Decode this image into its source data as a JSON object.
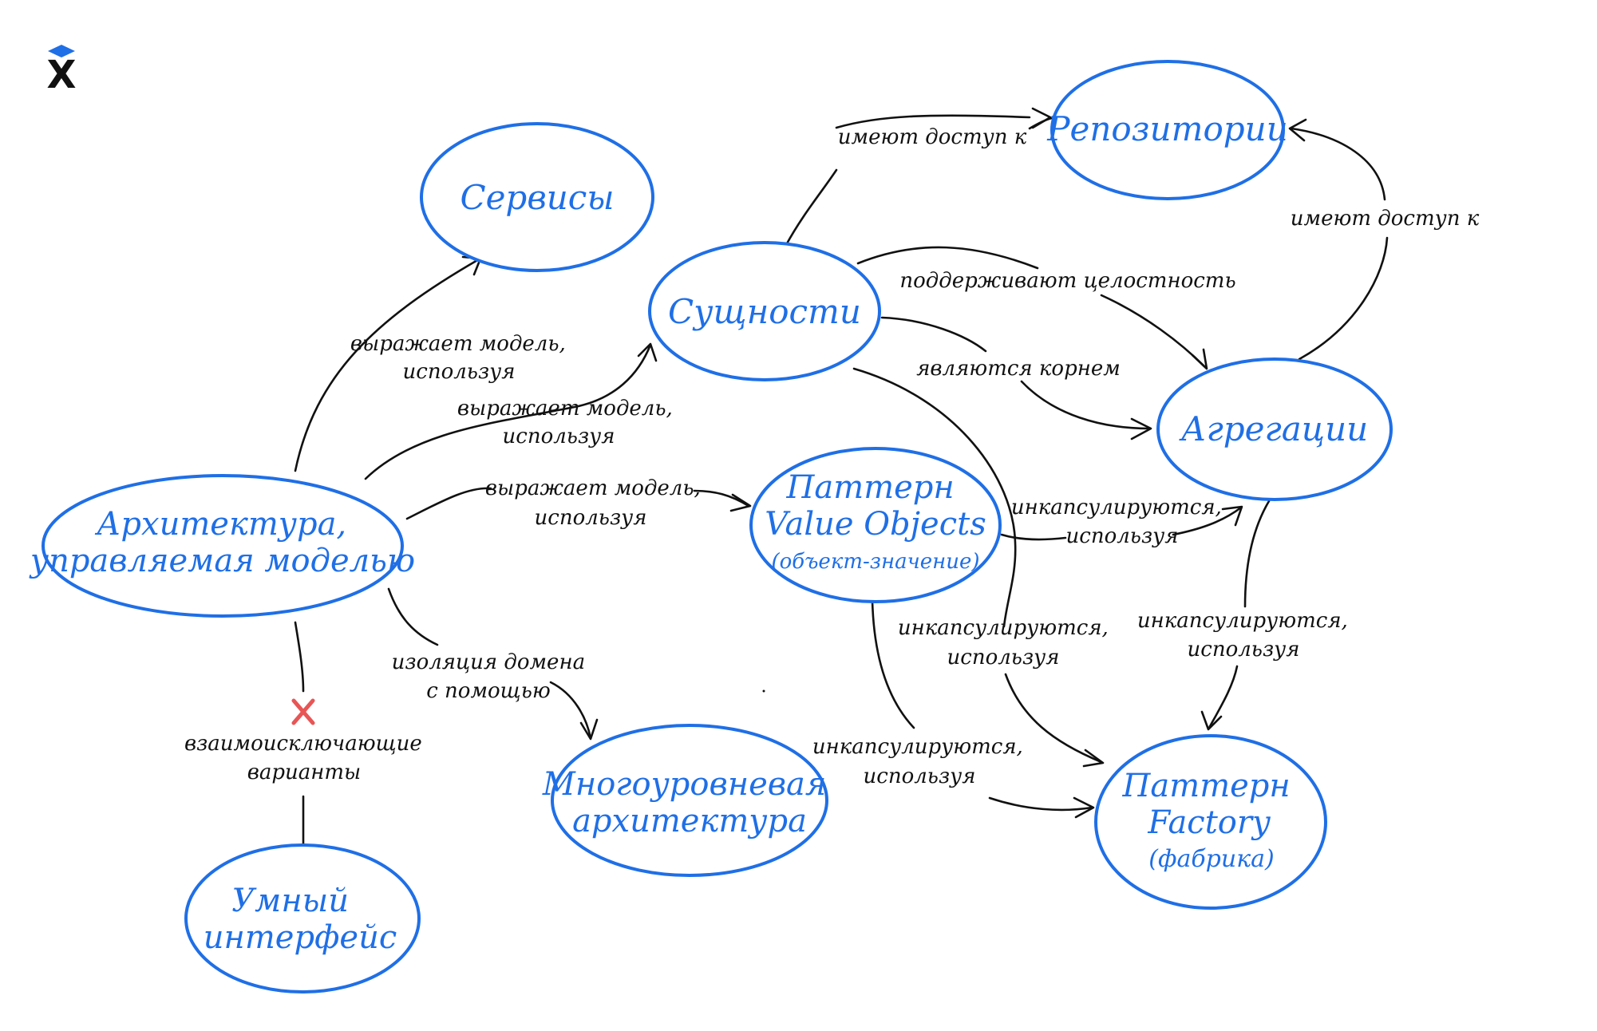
{
  "logo": {
    "glyph": "X",
    "colors": {
      "cap": "#1f6fe6",
      "letter": "#111111"
    }
  },
  "colors": {
    "node": "#1f6fe6",
    "edge": "#111111",
    "exclusive_mark": "#e85555"
  },
  "nodes": {
    "services": {
      "lines": [
        "Сервисы"
      ]
    },
    "repositories": {
      "lines": [
        "Репозитории"
      ]
    },
    "entities": {
      "lines": [
        "Сущности"
      ]
    },
    "aggregations": {
      "lines": [
        "Агрегации"
      ]
    },
    "ddd": {
      "lines": [
        "Архитектура,",
        "управляемая моделью"
      ]
    },
    "value_objects": {
      "lines": [
        "Паттерн",
        "Value Objects"
      ],
      "sub": "(объект-значение)"
    },
    "layered": {
      "lines": [
        "Многоуровневая",
        "архитектура"
      ]
    },
    "factory": {
      "lines": [
        "Паттерн",
        "Factory"
      ],
      "sub": "(фабрика)"
    },
    "smart_ui": {
      "lines": [
        "Умный",
        "интерфейс"
      ]
    }
  },
  "edges": {
    "ddd_services": [
      "выражает модель,",
      "используя"
    ],
    "ddd_entities": [
      "выражает модель,",
      "используя"
    ],
    "ddd_value_objects": [
      "выражает модель,",
      "используя"
    ],
    "ddd_layered": [
      "изоляция домена",
      "с помощью"
    ],
    "ddd_smart_ui": [
      "взаимоисключающие",
      "варианты"
    ],
    "entities_repositories": [
      "имеют доступ к"
    ],
    "aggregations_repositories": [
      "имеют доступ к"
    ],
    "entities_aggregations_integrity": [
      "поддерживают целостность"
    ],
    "entities_aggregations_root": [
      "являются корнем"
    ],
    "value_objects_aggregations": [
      "инкапсулируются,",
      "используя"
    ],
    "entities_factory": [
      "инкапсулируются,",
      "используя"
    ],
    "aggregations_factory": [
      "инкапсулируются,",
      "используя"
    ],
    "value_objects_factory": [
      "инкапсулируются,",
      "используя"
    ]
  }
}
